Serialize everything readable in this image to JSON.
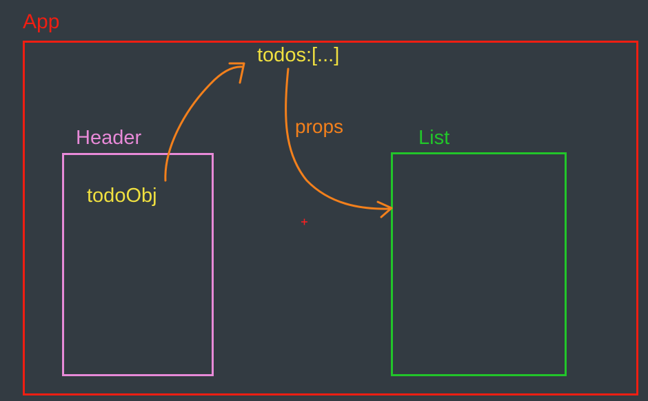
{
  "colors": {
    "background": "#333b42",
    "app": "#f01e12",
    "header": "#e88ad8",
    "list": "#22c52a",
    "state": "#f0e040",
    "arrow": "#f3801c",
    "cursor": "#ff2020"
  },
  "app": {
    "label": "App"
  },
  "state": {
    "label": "todos:[...]"
  },
  "header": {
    "label": "Header",
    "item": "todoObj"
  },
  "list": {
    "label": "List"
  },
  "flow": {
    "props_label": "props"
  }
}
